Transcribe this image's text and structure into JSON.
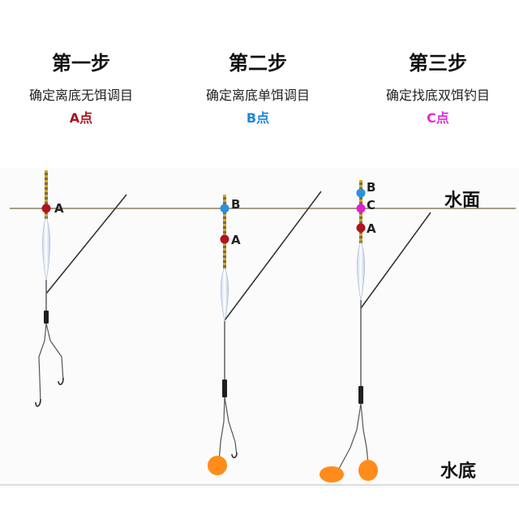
{
  "steps": [
    {
      "title": "第一步",
      "desc": "确定离底无饵调目",
      "point": "A点",
      "point_color": "#a8141c"
    },
    {
      "title": "第二步",
      "desc": "确定离底单饵调目",
      "point": "B点",
      "point_color": "#1a86d8"
    },
    {
      "title": "第三步",
      "desc": "确定找底双饵钓目",
      "point": "C点",
      "point_color": "#e22ad6"
    }
  ],
  "labels": {
    "surface": "水面",
    "bottom": "水底",
    "mark_a": "A",
    "mark_b": "B",
    "mark_c": "C"
  },
  "colors": {
    "mark_a": "#b0141c",
    "mark_b": "#2a90e0",
    "mark_c": "#e020d0",
    "bait": "#ff8c1a",
    "float_stem": "#c8a020",
    "line": "#333333",
    "water_line": "#8a8060"
  }
}
